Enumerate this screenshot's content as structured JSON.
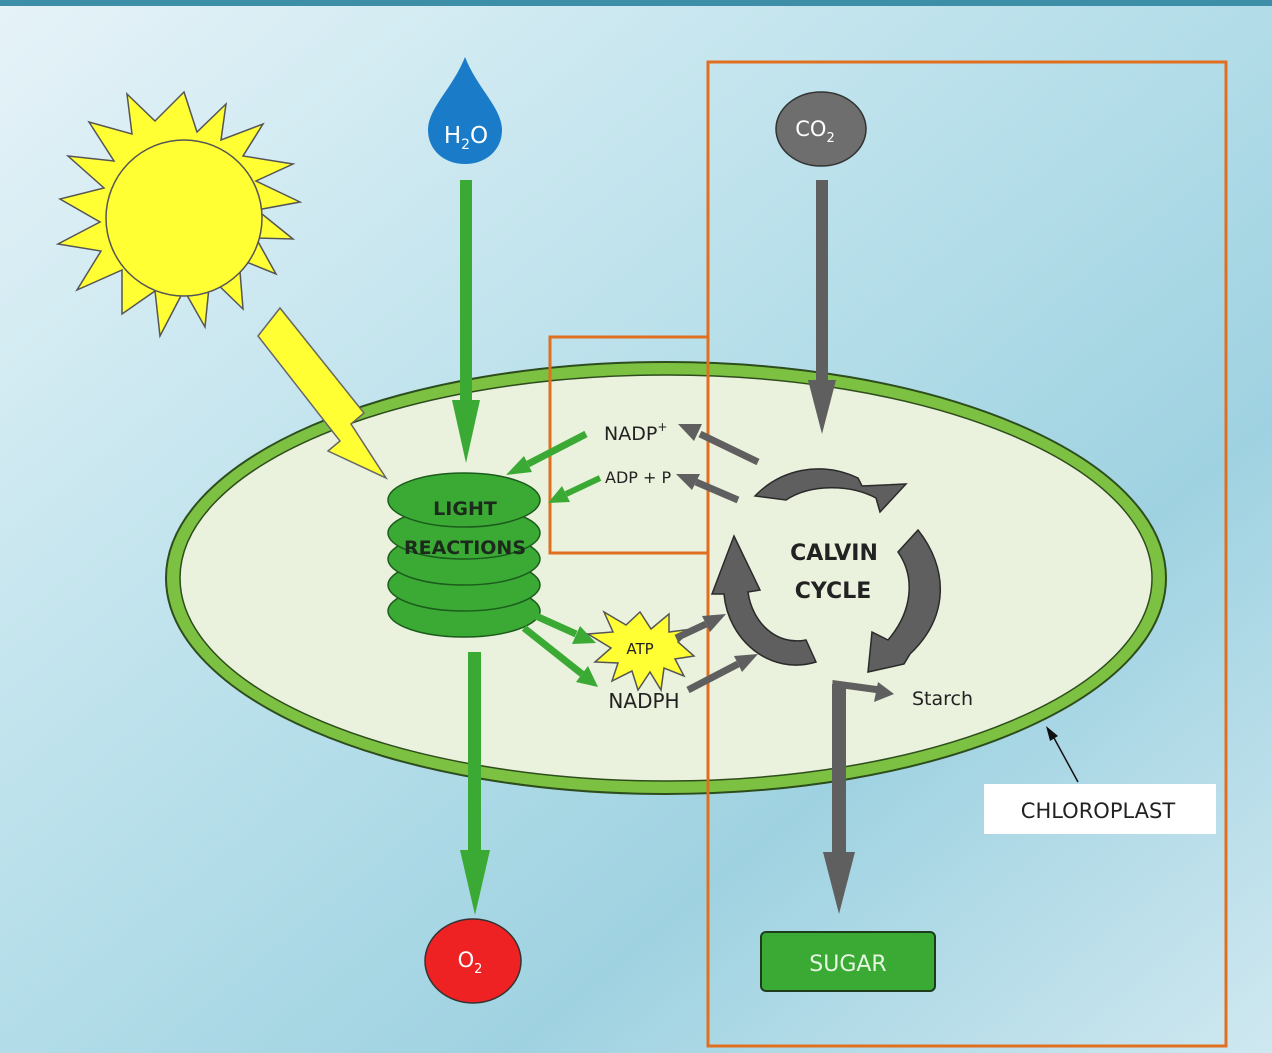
{
  "labels": {
    "h2o_main": "H",
    "h2o_sub": "2",
    "h2o_tail": "O",
    "co2_main": "CO",
    "co2_sub": "2",
    "o2_main": "O",
    "o2_sub": "2",
    "light_line1": "LIGHT",
    "light_line2": "REACTIONS",
    "nadp_main": "NADP",
    "nadp_sup": "+",
    "adp": "ADP + P",
    "atp": "ATP",
    "nadph": "NADPH",
    "calvin_line1": "CALVIN",
    "calvin_line2": "CYCLE",
    "starch": "Starch",
    "chloroplast": "CHLOROPLAST",
    "sugar": "SUGAR"
  },
  "colors": {
    "background_light": "#e4f1f6",
    "background_dark": "#8ec9da",
    "frame": "#e07020",
    "chloroplast_fill": "#eaf1dc",
    "chloroplast_ring": "#7dc142",
    "light_green": "#3aaa35",
    "dark_gray": "#5f5f5f",
    "sun": "#ffff33",
    "water": "#1a7cc8",
    "oxygen": "#ee2222",
    "sugar": "#3aaa35"
  }
}
